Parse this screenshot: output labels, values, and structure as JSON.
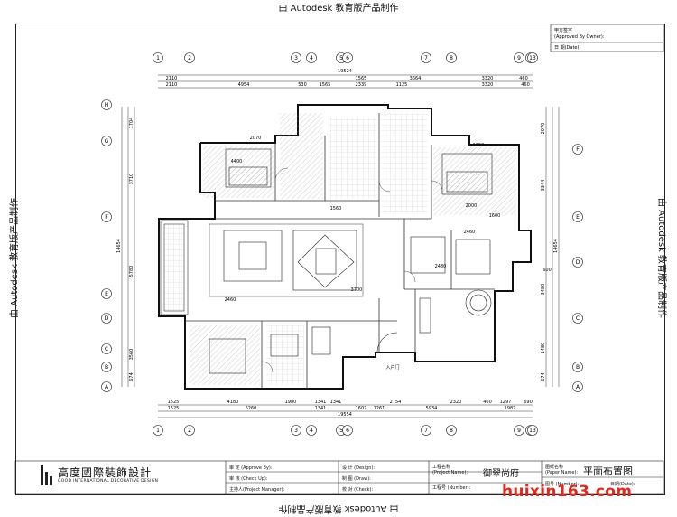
{
  "watermark": "由 Autodesk 教育版产品制作",
  "approval": {
    "owner": "甲方签字",
    "owner_en": "(Approved By Owner):",
    "date": "日 期(Date):"
  },
  "axes_top": [
    "1",
    "2",
    "3",
    "4",
    "5",
    "6",
    "7",
    "8",
    "9",
    "12",
    "13"
  ],
  "axes_left": [
    "H",
    "G",
    "F",
    "E",
    "D",
    "C",
    "B",
    "A"
  ],
  "axes_right": [
    "F",
    "E",
    "D",
    "C",
    "B",
    "A"
  ],
  "dims_top_total": "19524",
  "dims_top_row1": [
    "2110",
    "1565",
    "3664",
    "3320",
    "460"
  ],
  "dims_top_row2": [
    "2110",
    "4954",
    "530",
    "1565",
    "2339",
    "1125",
    "3320",
    "460"
  ],
  "dims_bottom_row1": [
    "1525",
    "4180",
    "1980",
    "1341",
    "1341",
    "2754",
    "2320",
    "460",
    "1297",
    "690"
  ],
  "dims_bottom_row2": [
    "1525",
    "6260",
    "1341",
    "1607",
    "1261",
    "5934",
    "1987"
  ],
  "dims_bottom_total": "19554",
  "dims_left_total": "14654",
  "dims_left": [
    "1704",
    "3710",
    "5780",
    "3560",
    "674"
  ],
  "dims_right_total": "14654",
  "dims_right": [
    "2070",
    "3344",
    "3480",
    "1480",
    "674"
  ],
  "room_labels": [
    "2070",
    "1750",
    "2000",
    "1600",
    "3700",
    "2460",
    "4400",
    "1560",
    "2480",
    "2460",
    "600"
  ],
  "entrance": "入户门",
  "logo": {
    "cn": "高度國際裝飾設計",
    "en": "GOOD INTERNATIONAL DECORATIVE DESIGN"
  },
  "titleblock": {
    "approve": "审 定 (Approve By):",
    "check": "审 核 (Check Up):",
    "manager": "主持人(Project Manager):",
    "design": "设 计 (Design):",
    "drawn": "制 图 (Draw):",
    "checkdraw": "校 对 (Check):",
    "project_label": "工程名称",
    "project_label_en": "(Project Name):",
    "project_name": "御翠尚府",
    "number_label": "工程号 (Number):",
    "paper_label": "图纸名称",
    "paper_label_en": "(Paper Name):",
    "paper_name": "平面布置图",
    "drawing_no": "图号 (Number):",
    "date": "日期(Date):"
  },
  "site_mark": "huixin163.com"
}
